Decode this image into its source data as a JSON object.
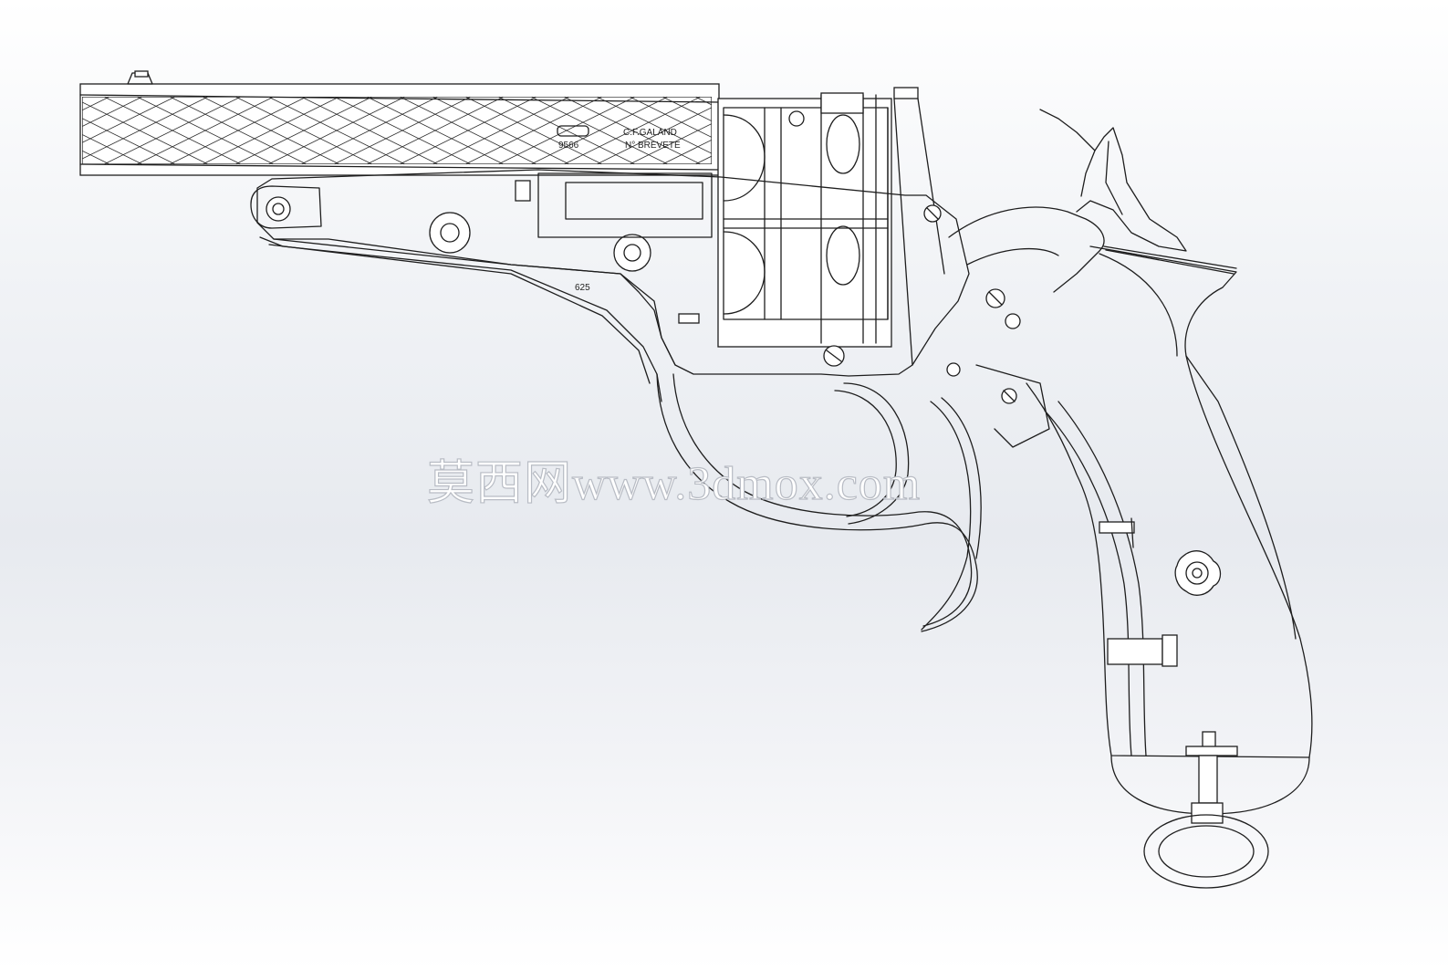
{
  "engravings": {
    "maker_line": "C.F.GALAND",
    "patent_line": "N° BREVETE",
    "serial": "9566",
    "frame_mark": "625"
  },
  "watermark": {
    "text": "莫西网www.3dmox.com"
  },
  "colors": {
    "background_top": "#ffffff",
    "background_mid": "#e7eaef",
    "line": "#1e1e1e",
    "watermark_stroke": "#b8bcc4"
  }
}
